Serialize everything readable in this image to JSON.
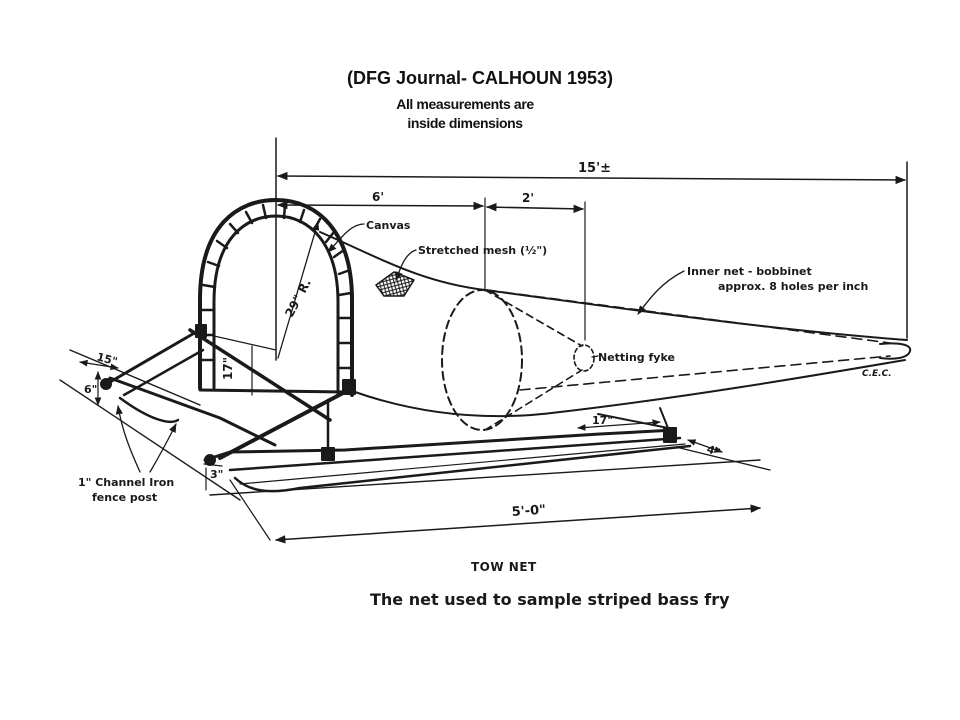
{
  "header": {
    "title": "(DFG Journal- CALHOUN 1953)",
    "note_line1": "All measurements are",
    "note_line2": "inside dimensions"
  },
  "labels": {
    "overall_length": "15'±",
    "front_section": "6'",
    "mesh_section": "2'",
    "canvas": "Canvas",
    "stretched_mesh": "Stretched mesh (½\")",
    "inner_net_line1": "Inner net - bobbinet",
    "inner_net_line2": "approx. 8 holes per inch",
    "netting_fyke": "Netting fyke",
    "hoop_radius": "29\" R.",
    "hoop_height": "17\"",
    "skid_width": "15\"",
    "skid_height": "6\"",
    "channel_iron_line1": "1\" Channel Iron",
    "channel_iron_line2": "fence post",
    "post_width": "3\"",
    "skid_length": "5'-0\"",
    "rear_rise": "17\"",
    "rear_width": "4\"",
    "initials": "C.E.C."
  },
  "caption": {
    "title": "TOW NET",
    "text": "The net used to sample striped bass fry"
  }
}
